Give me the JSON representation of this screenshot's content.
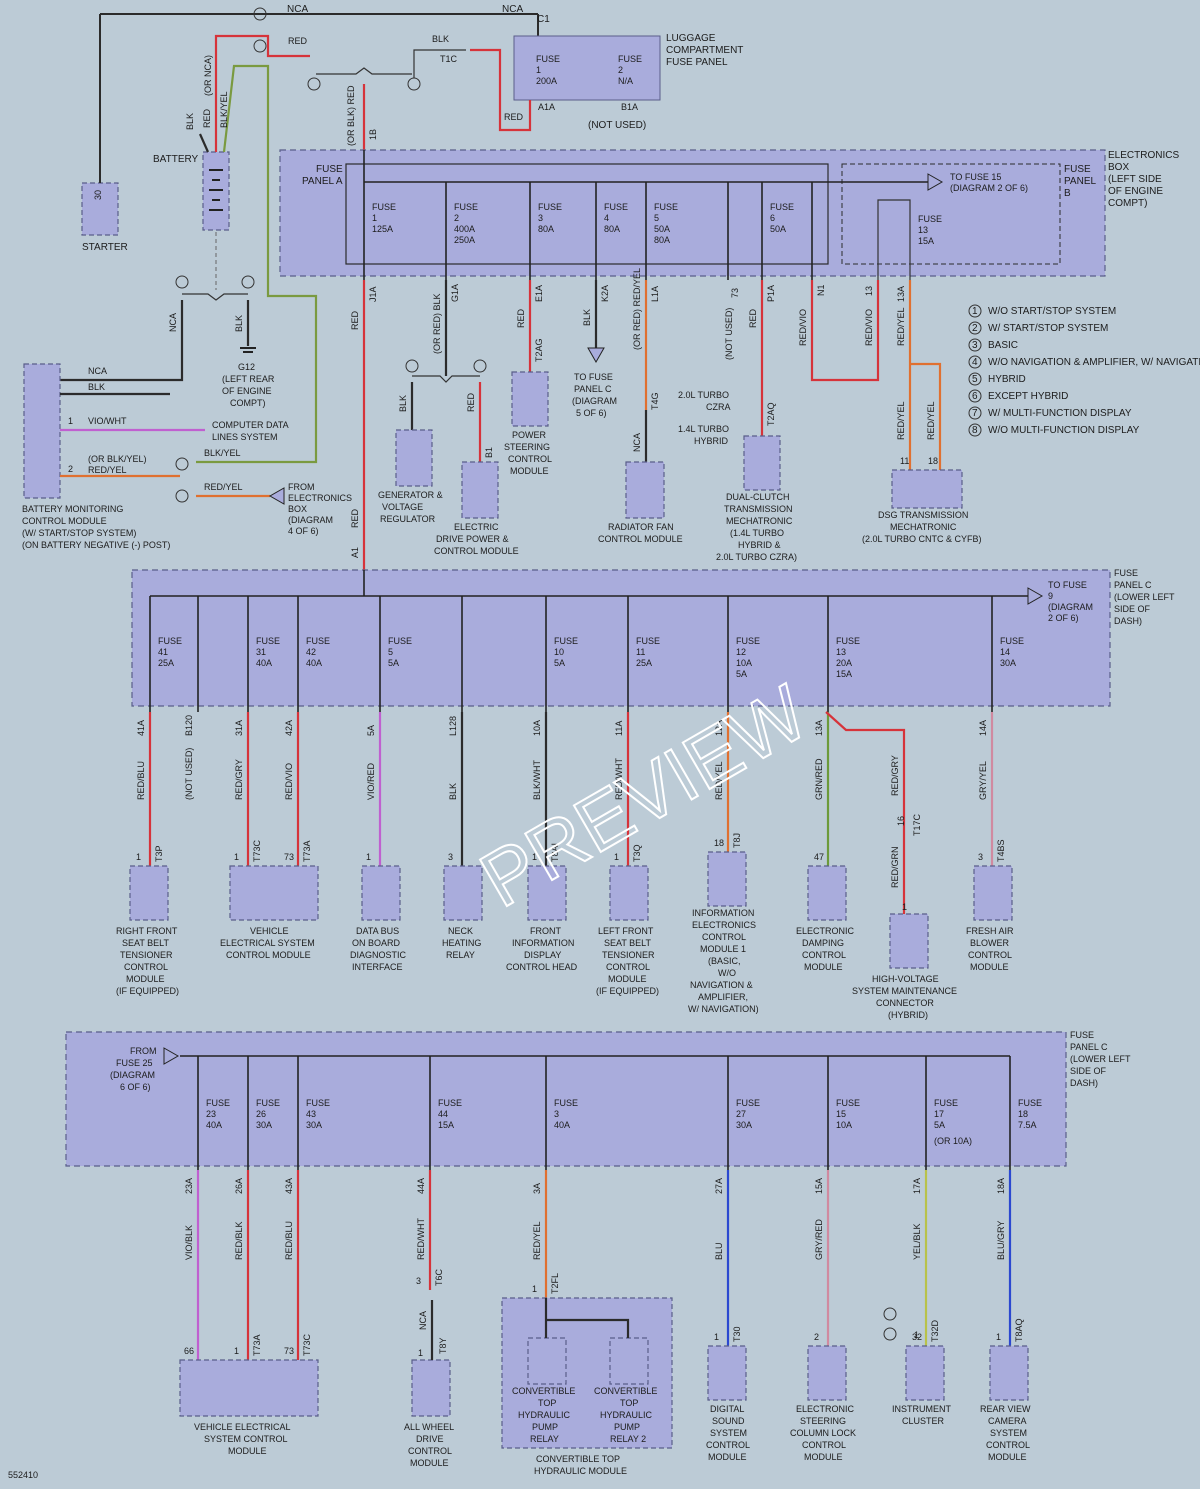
{
  "diagram_id": "552410",
  "watermark": "PREVIEW",
  "legend": [
    {
      "num": "1",
      "text": "W/O START/STOP SYSTEM"
    },
    {
      "num": "2",
      "text": "W/ START/STOP SYSTEM"
    },
    {
      "num": "3",
      "text": "BASIC"
    },
    {
      "num": "4",
      "text": "W/O NAVIGATION & AMPLIFIER, W/ NAVIGATION"
    },
    {
      "num": "5",
      "text": "HYBRID"
    },
    {
      "num": "6",
      "text": "EXCEPT HYBRID"
    },
    {
      "num": "7",
      "text": "W/ MULTI-FUNCTION DISPLAY"
    },
    {
      "num": "8",
      "text": "W/O MULTI-FUNCTION DISPLAY"
    }
  ],
  "panels": {
    "luggage": "LUGGAGE COMPARTMENT FUSE PANEL",
    "not_used": "(NOT USED)",
    "electronics_box": "ELECTRONICS BOX (LEFT SIDE OF ENGINE COMPT)",
    "fuse_panel_a": "FUSE PANEL A",
    "fuse_panel_b": "FUSE PANEL B",
    "fuse_panel_c": "FUSE PANEL C (LOWER LEFT SIDE OF DASH)"
  },
  "top_fuses": [
    {
      "label": "FUSE 1",
      "rating": "125A",
      "conn": "J1A",
      "wire": "RED"
    },
    {
      "label": "FUSE 2",
      "rating": "400A",
      "rating2": "250A",
      "conn": "G1A",
      "wire": "(OR RED) BLK"
    },
    {
      "label": "FUSE 3",
      "rating": "80A",
      "conn": "E1A",
      "wire": "RED"
    },
    {
      "label": "FUSE 4",
      "rating": "80A",
      "conn": "K2A",
      "wire": "BLK"
    },
    {
      "label": "FUSE 5",
      "rating": "50A",
      "rating2": "80A",
      "conn": "L1A",
      "wire": "(OR RED) RED/YEL"
    },
    {
      "label": "FUSE 6",
      "rating": "50A",
      "conn": "P1A",
      "wire": "RED"
    },
    {
      "label": "FUSE 13",
      "rating": "15A",
      "conn": "13A",
      "wire": "RED/YEL"
    }
  ],
  "mid_fuses": [
    {
      "label": "FUSE 41",
      "rating": "25A",
      "conn": "41A",
      "wire": "RED/BLU",
      "pin": "1",
      "comp_conn": "T3P",
      "comp": "RIGHT FRONT SEAT BELT TENSIONER CONTROL MODULE (IF EQUIPPED)"
    },
    {
      "label": "",
      "rating": "",
      "conn": "B120",
      "wire": "(NOT USED)",
      "pin": "",
      "comp_conn": "",
      "comp": ""
    },
    {
      "label": "FUSE 31",
      "rating": "40A",
      "conn": "31A",
      "wire": "RED/GRY",
      "pin": "1",
      "comp_conn": "T73C",
      "comp": "VEHICLE ELECTRICAL SYSTEM CONTROL MODULE"
    },
    {
      "label": "FUSE 42",
      "rating": "40A",
      "conn": "42A",
      "wire": "RED/VIO",
      "pin": "73",
      "comp_conn": "T73A",
      "comp": ""
    },
    {
      "label": "FUSE 5",
      "rating": "5A",
      "conn": "5A",
      "wire": "VIO/RED",
      "pin": "1",
      "comp_conn": "",
      "comp": "DATA BUS ON BOARD DIAGNOSTIC INTERFACE"
    },
    {
      "label": "",
      "rating": "",
      "conn": "L128",
      "wire": "BLK",
      "pin": "3",
      "comp_conn": "",
      "comp": "NECK HEATING RELAY"
    },
    {
      "label": "FUSE 10",
      "rating": "5A",
      "conn": "10A",
      "wire": "BLK/WHT",
      "pin": "1",
      "comp_conn": "T8AI",
      "comp": "FRONT INFORMATION DISPLAY CONTROL HEAD"
    },
    {
      "label": "FUSE 11",
      "rating": "25A",
      "conn": "11A",
      "wire": "RED/WHT",
      "pin": "1",
      "comp_conn": "T3Q",
      "comp": "LEFT FRONT SEAT BELT TENSIONER CONTROL MODULE (IF EQUIPPED)"
    },
    {
      "label": "FUSE 12",
      "rating": "10A",
      "rating2": "5A",
      "conn": "12A",
      "wire": "RED/YEL",
      "pin": "18",
      "comp_conn": "T8J",
      "comp": "INFORMATION ELECTRONICS CONTROL MODULE 1 (BASIC, W/O NAVIGATION & AMPLIFIER, W/ NAVIGATION)"
    },
    {
      "label": "FUSE 13",
      "rating": "20A",
      "rating2": "15A",
      "conn": "13A",
      "wire": "GRN/RED",
      "pin": "47",
      "comp_conn": "",
      "comp": "ELECTRONIC DAMPING CONTROL MODULE"
    },
    {
      "label": "FUSE 14",
      "rating": "30A",
      "conn": "14A",
      "wire": "GRY/YEL",
      "pin": "3",
      "comp_conn": "T4BS",
      "comp": "FRESH AIR BLOWER CONTROL MODULE"
    }
  ],
  "bottom_fuses": [
    {
      "label": "FUSE 23",
      "rating": "40A",
      "conn": "23A",
      "wire": "VIO/BLK",
      "pin": "66"
    },
    {
      "label": "FUSE 26",
      "rating": "30A",
      "conn": "26A",
      "wire": "RED/BLK",
      "pin": "1",
      "comp_conn": "T73A"
    },
    {
      "label": "FUSE 43",
      "rating": "30A",
      "conn": "43A",
      "wire": "RED/BLU",
      "pin": "73",
      "comp_conn": "T73C"
    },
    {
      "label": "FUSE 44",
      "rating": "15A",
      "conn": "44A",
      "wire": "RED/WHT",
      "pin": "3",
      "comp_conn": "T6C"
    },
    {
      "label": "FUSE 3",
      "rating": "40A",
      "conn": "3A",
      "wire": "RED/YEL",
      "pin": "1",
      "comp_conn": "T2FL"
    },
    {
      "label": "FUSE 27",
      "rating": "30A",
      "conn": "27A",
      "wire": "BLU",
      "pin": "1",
      "comp_conn": "T30"
    },
    {
      "label": "FUSE 15",
      "rating": "10A",
      "conn": "15A",
      "wire": "GRY/RED",
      "pin": "2"
    },
    {
      "label": "FUSE 17",
      "rating": "5A",
      "rating2": "(OR 10A)",
      "conn": "17A",
      "wire": "YEL/BLK",
      "pin": "32",
      "comp_conn": "T32D"
    },
    {
      "label": "FUSE 18",
      "rating": "7.5A",
      "conn": "18A",
      "wire": "BLU/GRY",
      "pin": "1",
      "comp_conn": "T8AQ"
    }
  ],
  "components": {
    "starter": "STARTER",
    "battery": "BATTERY",
    "g12": "G12 (LEFT REAR OF ENGINE COMPT)",
    "bmcm": "BATTERY MONITORING CONTROL MODULE (W/ START/STOP SYSTEM) (ON BATTERY NEGATIVE (-) POST)",
    "cdl": "COMPUTER DATA LINES SYSTEM",
    "from_eb": "FROM ELECTRONICS BOX (DIAGRAM 4 OF 6)",
    "gen": "GENERATOR & VOLTAGE REGULATOR",
    "edp": "ELECTRIC DRIVE POWER & CONTROL MODULE",
    "psc": "POWER STEERING CONTROL MODULE",
    "to_fpc": "TO FUSE PANEL C (DIAGRAM 5 OF 6)",
    "rfc": "RADIATOR FAN CONTROL MODULE",
    "dct": "DUAL-CLUTCH TRANSMISSION MECHATRONIC (1.4L TURBO HYBRID & 2.0L TURBO CZRA)",
    "dsg": "DSG TRANSMISSION MECHATRONIC (2.0L TURBO CNTC & CYFB)",
    "to_fuse15": "TO FUSE 15 (DIAGRAM 2 OF 6)",
    "to_fuse9": "TO FUSE 9 (DIAGRAM 2 OF 6)",
    "from_fuse25": "FROM FUSE 25 (DIAGRAM 6 OF 6)",
    "hv": "HIGH-VOLTAGE SYSTEM MAINTENANCE CONNECTOR (HYBRID)",
    "vescm": "VEHICLE ELECTRICAL SYSTEM CONTROL MODULE",
    "awd": "ALL WHEEL DRIVE CONTROL MODULE",
    "ctr1": "CONVERTIBLE TOP HYDRAULIC PUMP RELAY",
    "ctr2": "CONVERTIBLE TOP HYDRAULIC PUMP RELAY 2",
    "cthm": "CONVERTIBLE TOP HYDRAULIC MODULE",
    "dss": "DIGITAL SOUND SYSTEM CONTROL MODULE",
    "escl": "ELECTRONIC STEERING COLUMN LOCK CONTROL MODULE",
    "ic": "INSTRUMENT CLUSTER",
    "rvc": "REAR VIEW CAMERA SYSTEM CONTROL MODULE",
    "turbo_czra": "2.0L TURBO CZRA",
    "turbo_hybrid": "1.4L TURBO HYBRID"
  },
  "colors": {
    "background": "#bccbd6",
    "panel": "#a9acdc",
    "red": "#d6333a",
    "black": "#2b2b2b",
    "violet": "#c060d0",
    "orange": "#e07030",
    "yellow": "#b8c24a",
    "blue": "#2b48d0",
    "pink": "#d08aa0",
    "green": "#6c9a3a"
  }
}
